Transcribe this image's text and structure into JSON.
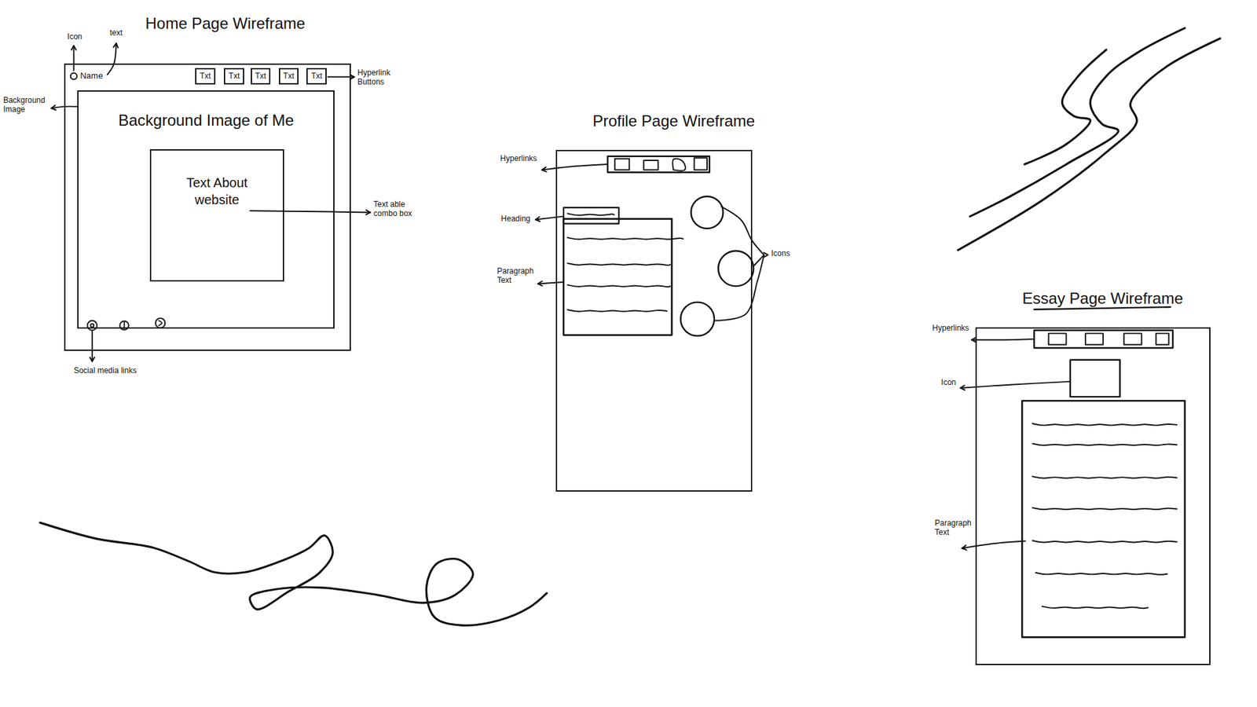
{
  "diagram": {
    "nodes": [
      {
        "text": [
          "Home Page Wireframe"
        ]
      },
      {
        "text": [
          "Txt"
        ],
        "in": 0
      },
      {
        "text": [
          "Txt"
        ],
        "in": 0
      },
      {
        "text": [
          "Txt"
        ],
        "in": 0
      },
      {
        "text": [
          "Txt"
        ],
        "in": 0
      },
      {
        "text": [
          "Txt"
        ],
        "in": 0
      },
      {
        "text": [
          "Background Image of Me"
        ],
        "in": 0
      },
      {
        "text": [
          "Text About website"
        ],
        "in": 6
      },
      {
        "text": [
          "Profile Page Wireframe"
        ]
      },
      {
        "text": [
          "Essay Page Wireframe"
        ]
      }
    ],
    "labels": [
      "Icon",
      "text",
      "Name",
      "Background Image",
      "Hyperlink Buttons",
      "Text able combo box",
      "Social media links",
      "Hyperlinks",
      "Heading",
      "Paragraph Text",
      "Icons",
      "Hyperlinks",
      "Icon",
      "Paragraph Text"
    ]
  }
}
